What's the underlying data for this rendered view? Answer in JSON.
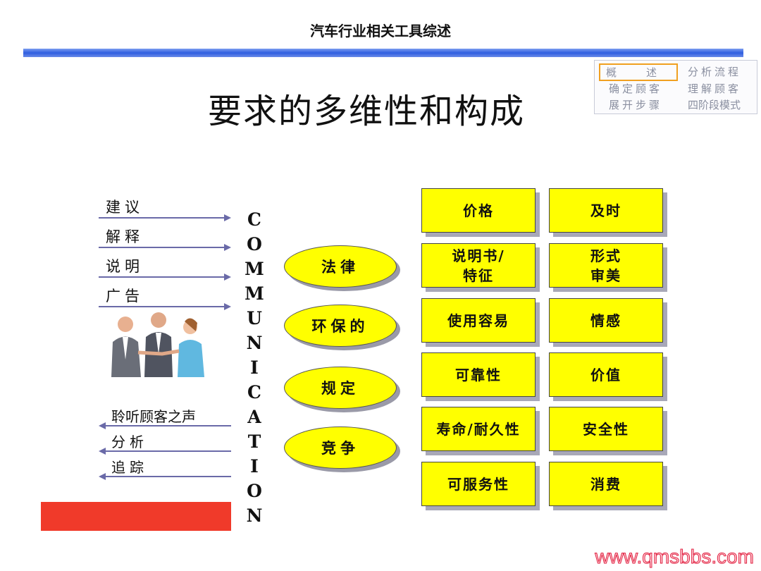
{
  "header": {
    "title": "汽车行业相关工具综述"
  },
  "nav": {
    "items": [
      "概　　述",
      "分析流程",
      "确定顾客",
      "理解顾客",
      "展开步骤",
      "四阶段模式"
    ],
    "active": 0
  },
  "heading": "要求的多维性和构成",
  "inputs": [
    "建议",
    "解释",
    "说明",
    "广告"
  ],
  "outputs": [
    "聆听顾客之声",
    "分析",
    "追踪"
  ],
  "communication": [
    "C",
    "O",
    "M",
    "M",
    "U",
    "N",
    "I",
    "C",
    "A",
    "T",
    "I",
    "O",
    "N"
  ],
  "ellipses": [
    "法律",
    "环保的",
    "规定",
    "竞争"
  ],
  "boxes": [
    [
      "价格",
      "及时"
    ],
    [
      "说明书/\n特征",
      "形式\n审美"
    ],
    [
      "使用容易",
      "情感"
    ],
    [
      "可靠性",
      "价值"
    ],
    [
      "寿命/耐久性",
      "安全性"
    ],
    [
      "可服务性",
      "消费"
    ]
  ],
  "watermark": "www.qmsbbs.com",
  "colors": {
    "yellow": "#ffff00",
    "red": "#f03a2a",
    "bar": "#2f5ee0"
  }
}
